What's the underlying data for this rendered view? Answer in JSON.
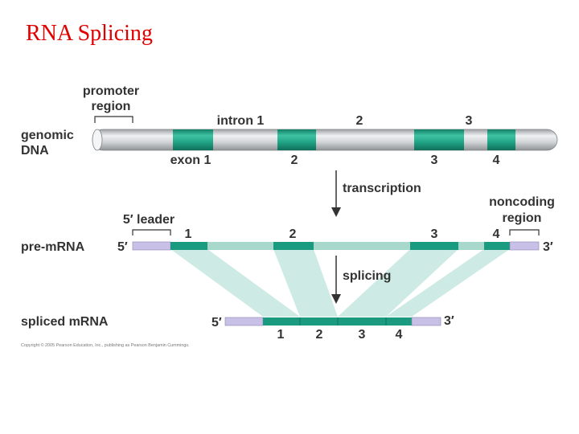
{
  "title": "RNA Splicing",
  "labels": {
    "promoter_line1": "promoter",
    "promoter_line2": "region",
    "genomic_line1": "genomic",
    "genomic_line2": "DNA",
    "intron_1": "intron 1",
    "intron_2": "2",
    "intron_3": "3",
    "exon_1": "exon 1",
    "exon_2": "2",
    "exon_3": "3",
    "exon_4": "4",
    "transcription": "transcription",
    "noncoding_line1": "noncoding",
    "noncoding_line2": "region",
    "leader": "5′ leader",
    "pre_mrna": "pre-mRNA",
    "pre_5": "5′",
    "pre_3": "3′",
    "pre_exon_1": "1",
    "pre_exon_2": "2",
    "pre_exon_3": "3",
    "pre_exon_4": "4",
    "splicing": "splicing",
    "spliced_mrna": "spliced mRNA",
    "sp_5": "5′",
    "sp_3": "3′",
    "sp_exon_1": "1",
    "sp_exon_2": "2",
    "sp_exon_3": "3",
    "sp_exon_4": "4",
    "copyright": "Copyright © 2005 Pearson Education, Inc., publishing as Pearson Benjamin Cummings."
  },
  "colors": {
    "title": "#e00000",
    "exon": "#1a9a7e",
    "intron_pre": "#a8d8cc",
    "utr": "#c8c0e6",
    "splice_band": "#cdebe4",
    "dna_gray": "#c9ccce"
  }
}
